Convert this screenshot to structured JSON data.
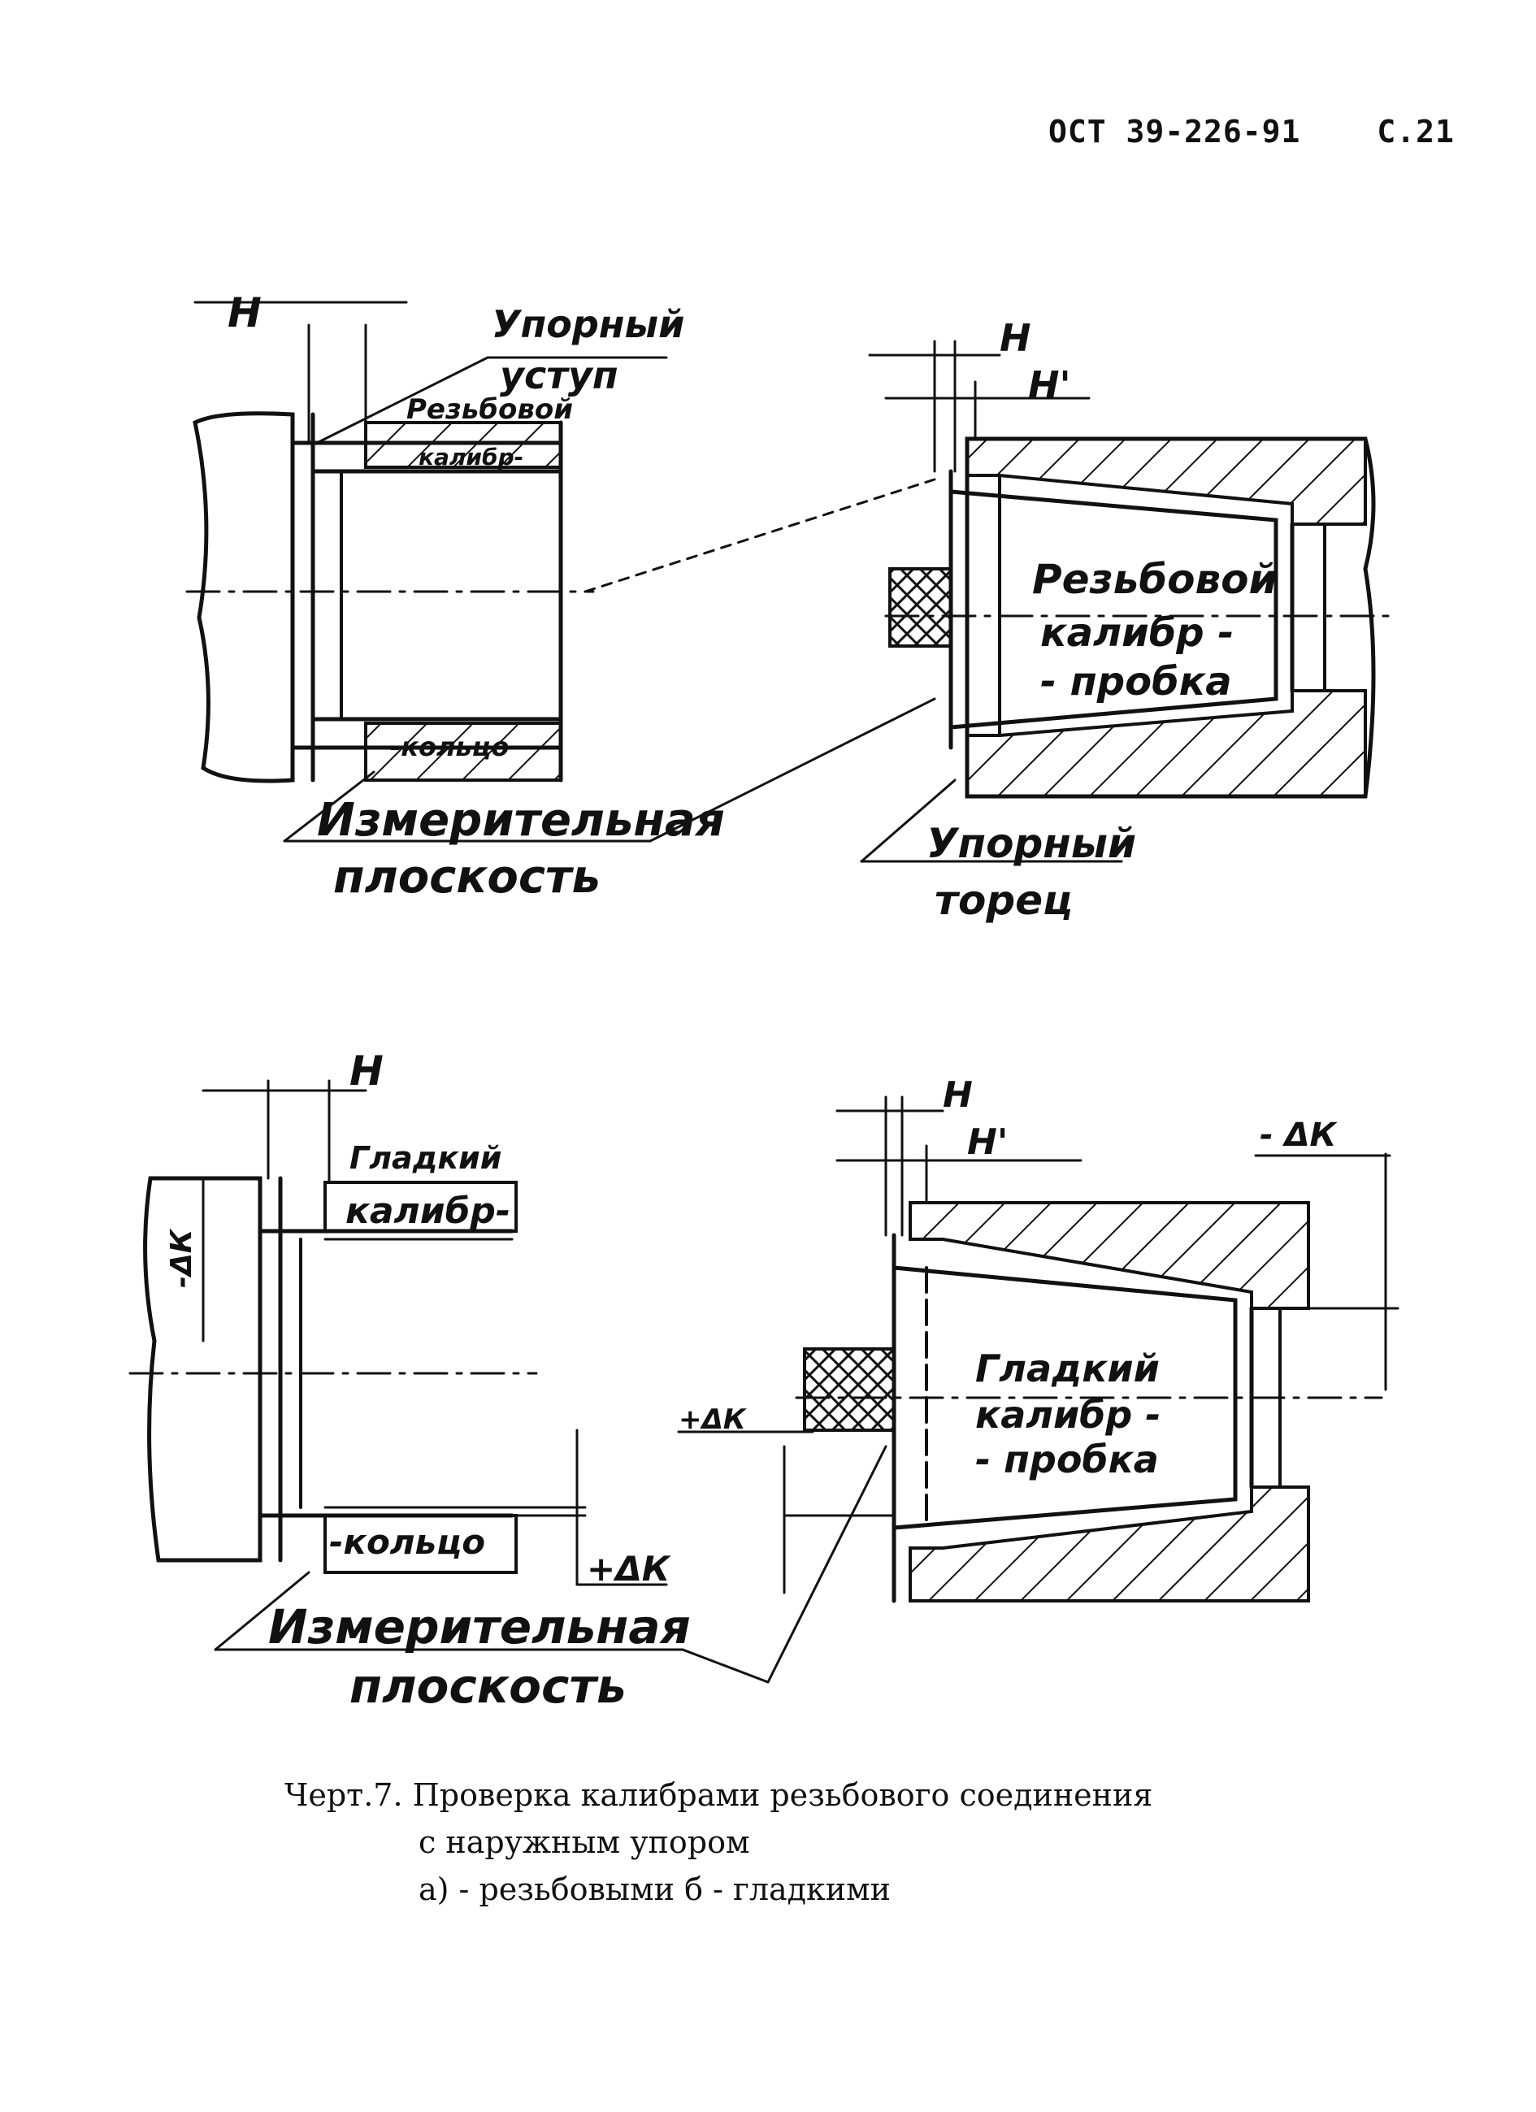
{
  "header": {
    "doc_code": "ОСТ 39-226-91",
    "page": "С.21"
  },
  "figure_a": {
    "labels": {
      "H_left": "Н",
      "stop_shoulder": [
        "Упорный",
        "уступ"
      ],
      "thread_ring": [
        "Резьбовой",
        "калибр-",
        "-кольцо"
      ],
      "H_right": "Н",
      "H_prime_right": "Н'",
      "thread_plug": [
        "Резьбовой",
        "калибр -",
        "- пробка"
      ],
      "measuring_plane": [
        "Измерительная",
        "плоскость"
      ],
      "stop_end": [
        "Упорный",
        "торец"
      ]
    }
  },
  "figure_b": {
    "labels": {
      "H_left": "Н",
      "smooth_ring": [
        "Гладкий",
        "калибр-",
        "-кольцо"
      ],
      "minus_dK_left": "-ΔК",
      "plus_dK_left": "+ΔК",
      "H_right": "Н",
      "H_prime_right": "Н'",
      "minus_dK_right": "- ΔК",
      "smooth_plug": [
        "Гладкий",
        "калибр -",
        "- пробка"
      ],
      "plus_dK_right": "+ΔК",
      "measuring_plane": [
        "Измерительная",
        "плоскость"
      ]
    }
  },
  "caption": {
    "line1": "Черт.7. Проверка калибрами резьбового соединения",
    "line2": "с наружным упором",
    "line3": "а) - резьбовыми б - гладкими"
  }
}
